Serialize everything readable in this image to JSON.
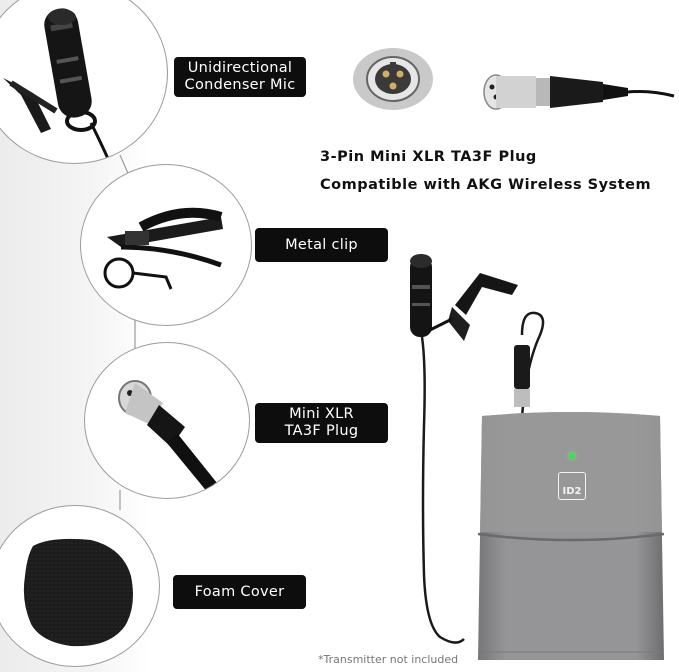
{
  "features": [
    {
      "lines": [
        "Unidirectional",
        "Condenser Mic"
      ]
    },
    {
      "lines": [
        "Metal clip"
      ]
    },
    {
      "lines": [
        "Mini XLR",
        "TA3F Plug"
      ]
    },
    {
      "lines": [
        "Foam Cover"
      ]
    }
  ],
  "headline": {
    "line1": "3-Pin Mini XLR TA3F Plug",
    "line2": "Compatible with AKG Wireless System"
  },
  "transmitter_badge": "ID2",
  "footnote": "*Transmitter not included",
  "colors": {
    "label_background": "#0d0d0d",
    "label_text": "#ffffff",
    "transmitter_body": "#8e8e90",
    "led": "#3ddc4a"
  },
  "icons": [
    "lavalier-mic-icon",
    "metal-clip-icon",
    "xlr-plug-icon",
    "foam-cover-icon",
    "xlr-socket-icon",
    "xlr-connector-icon",
    "transmitter-icon"
  ]
}
